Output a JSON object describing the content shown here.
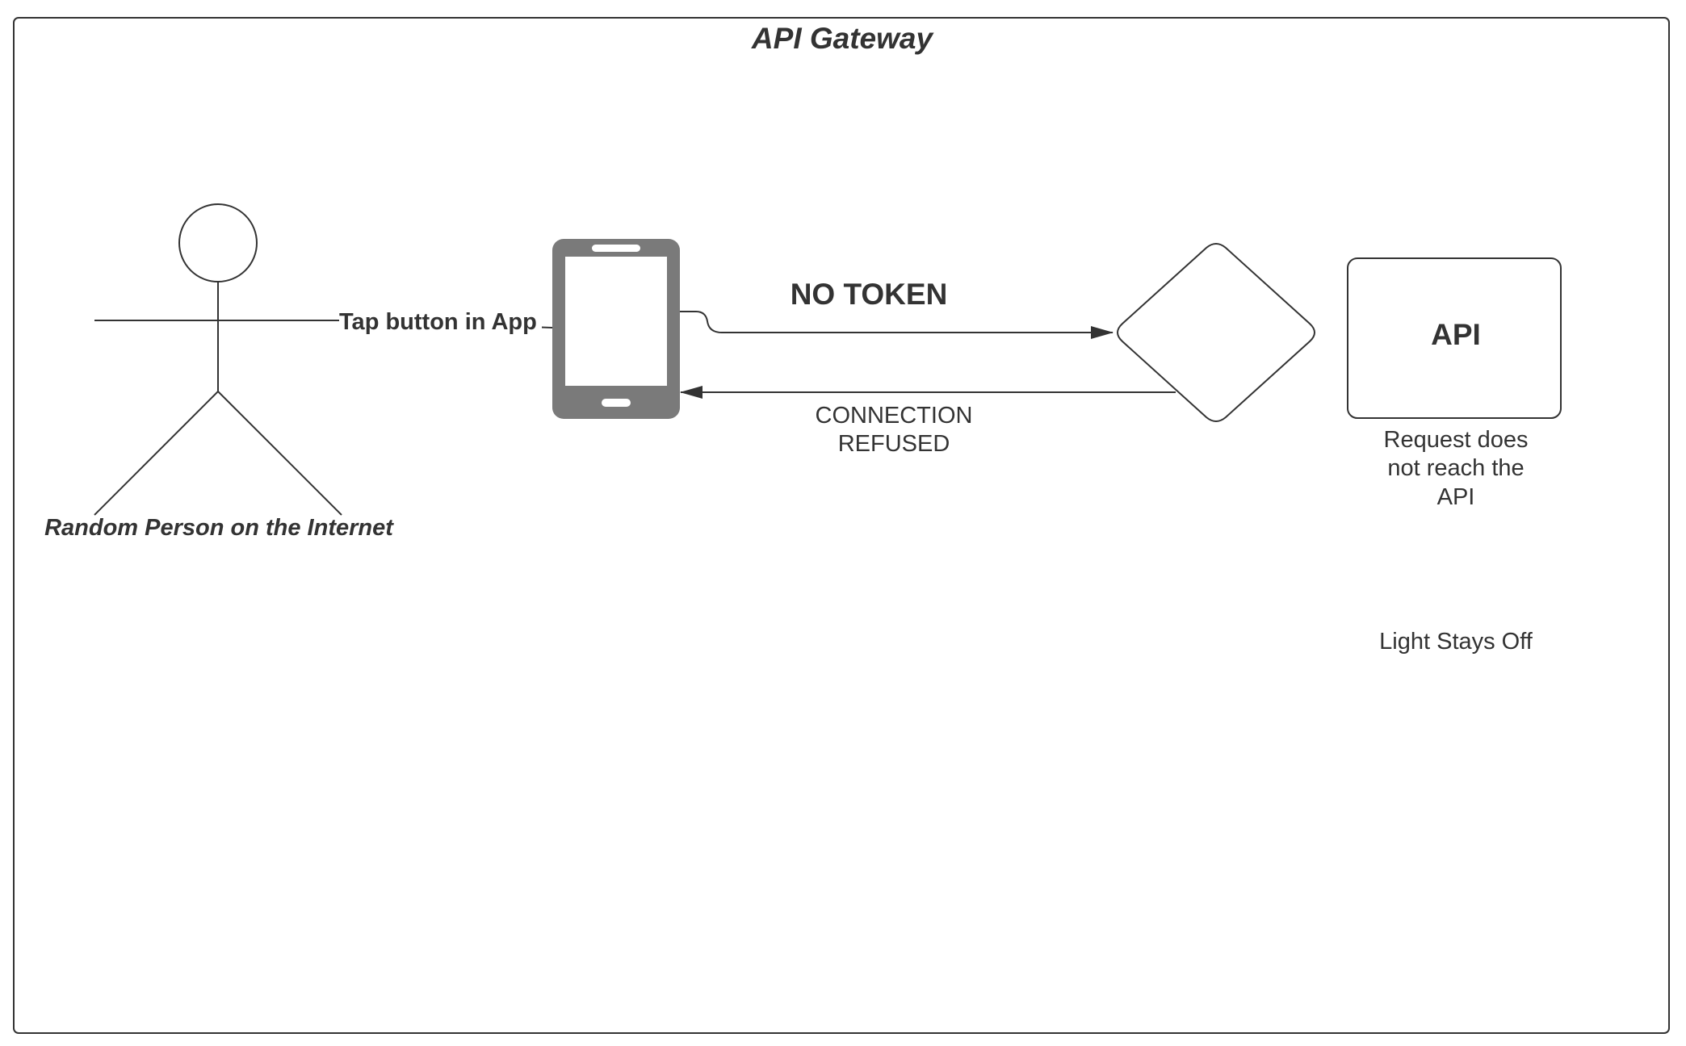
{
  "diagram": {
    "title": "API Gateway",
    "actor": {
      "label": "Random Person on the Internet"
    },
    "phone": {
      "icon": "mobile-phone-icon"
    },
    "edges": {
      "actor_to_phone": "Tap button in App",
      "phone_to_gateway": "NO TOKEN",
      "gateway_to_phone": "CONNECTION REFUSED"
    },
    "gateway": {
      "shape": "diamond"
    },
    "api": {
      "label": "API",
      "note": "Request does not reach the API"
    },
    "outcome": "Light Stays Off",
    "colors": {
      "stroke": "#333333",
      "phone": "#7a7a7a",
      "text": "#333333"
    }
  }
}
